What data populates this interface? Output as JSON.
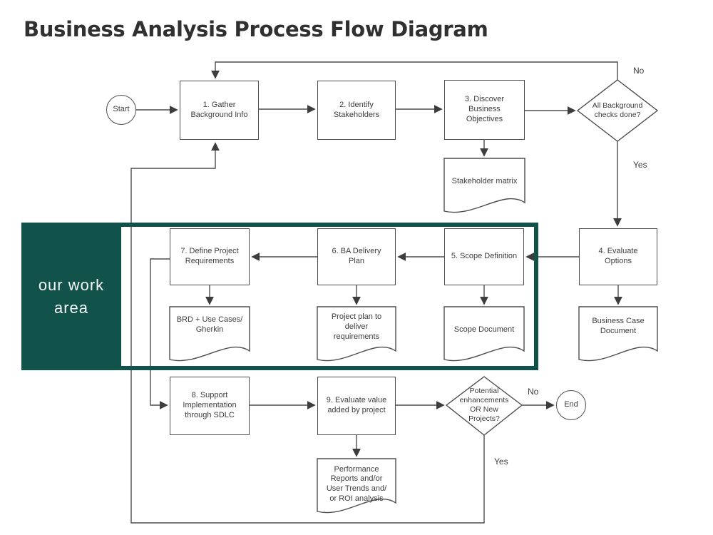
{
  "title": "Business Analysis Process Flow Diagram",
  "accent_color": "#11524a",
  "line_color": "#4d4d4d",
  "work_area": {
    "label": "our work\narea"
  },
  "flowchart": {
    "start": "Start",
    "end": "End",
    "steps": {
      "s1": "1. Gather\nBackground Info",
      "s2": "2. Identify\nStakeholders",
      "s3": "3. Discover\nBusiness\nObjectives",
      "s4": "4. Evaluate\nOptions",
      "s5": "5. Scope Definition",
      "s6": "6. BA Delivery\nPlan",
      "s7": "7. Define Project\nRequirements",
      "s8": "8. Support\nImplementation\nthrough SDLC",
      "s9": "9. Evaluate value\nadded by project"
    },
    "decisions": {
      "d1": "All Background\nchecks done?",
      "d2": "Potential\nenhancements\nOR New\nProjects?"
    },
    "documents": {
      "stakeholder_matrix": "Stakeholder matrix",
      "brd": "BRD + Use Cases/\nGherkin",
      "project_plan": "Project plan to\ndeliver\nrequirements",
      "scope_document": "Scope Document",
      "business_case": "Business Case\nDocument",
      "performance": "Performance\nReports and/or\nUser Trends and/\nor ROI analysis"
    },
    "edge_labels": {
      "no_top": "No",
      "yes_background": "Yes",
      "no_end": "No",
      "yes_loop": "Yes"
    }
  }
}
